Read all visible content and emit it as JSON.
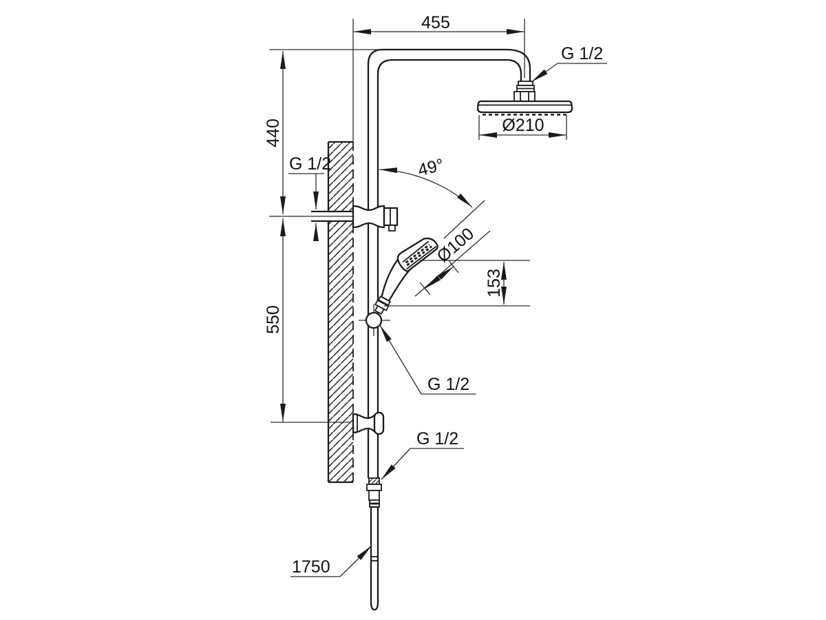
{
  "labels": {
    "dim_width_top": "455",
    "dim_height_upper": "440",
    "dim_height_lower": "550",
    "dim_hand_height": "153",
    "dia_overhead": "Ø210",
    "dia_hand": "Ø100",
    "angle_hand": "49°",
    "hose_length": "1750",
    "thread_overhead": "G 1/2",
    "thread_supply": "G 1/2",
    "thread_holder": "G 1/2",
    "thread_hose": "G 1/2"
  },
  "colors": {
    "line": "#1b1b1b",
    "dimension": "#2b2b2b",
    "background": "#ffffff"
  }
}
